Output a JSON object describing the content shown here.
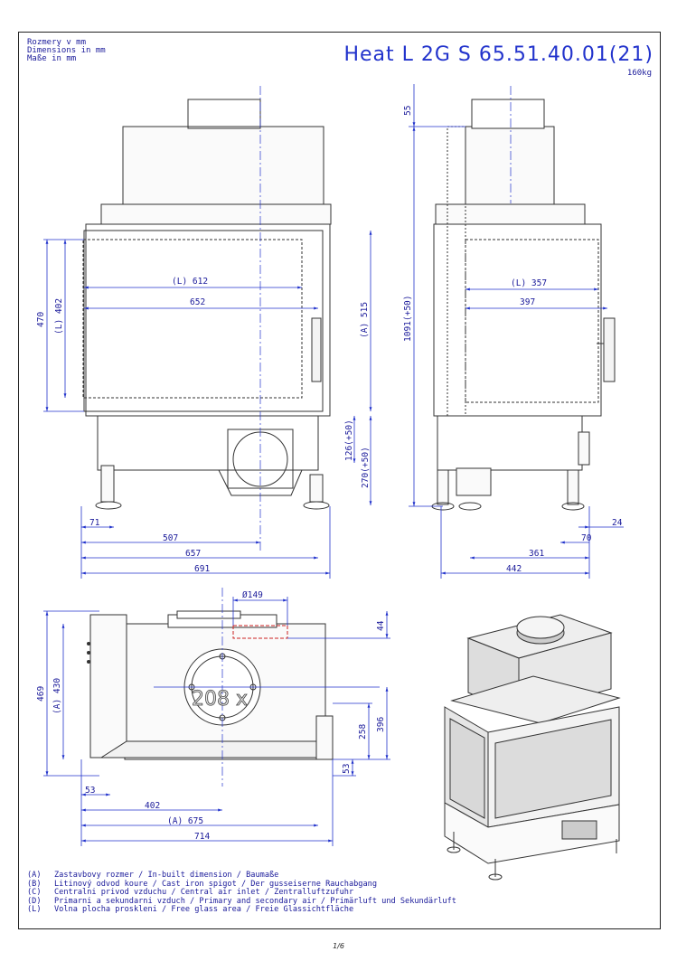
{
  "header": {
    "dims_lines": [
      "Rozmery v mm",
      "Dimensions in mm",
      "Maße in mm"
    ],
    "title": "Heat L 2G S 65.51.40.01(21)",
    "weight": "160kg"
  },
  "front_view": {
    "glass_width": "(L) 612",
    "glass_width_total": "652",
    "height_470": "470",
    "glass_height": "(L) 402",
    "builtin_height": "(A) 515",
    "air_inlet_126": "126(+50)",
    "air_inlet_270": "270(+50)",
    "foot_71": "71",
    "dim_507": "507",
    "dim_657": "657",
    "dim_691": "691"
  },
  "side_view": {
    "top_55": "55",
    "total_height": "1091(+50)",
    "glass_width": "(L) 357",
    "glass_width_total": "397",
    "dim_24": "24",
    "dim_70": "70",
    "dim_361": "361",
    "dim_442": "442"
  },
  "top_view": {
    "flue_diameter": "Ø149",
    "dim_44": "44",
    "dim_469": "469",
    "builtin_depth": "(A) 430",
    "dim_396": "396",
    "dim_258": "258",
    "dim_53_right": "53",
    "dim_53_left": "53",
    "dim_402": "402",
    "builtin_width": "(A) 675",
    "dim_714": "714",
    "flue_marker": "208 x"
  },
  "legend": [
    {
      "key": "(A)",
      "text": "Zastavbovy rozmer / In-built dimension / Baumaße"
    },
    {
      "key": "(B)",
      "text": "Litinový odvod koure / Cast iron spigot / Der gusseiserne Rauchabgang"
    },
    {
      "key": "(C)",
      "text": "Centralni privod vzduchu / Central air inlet / Zentralluftzufuhr"
    },
    {
      "key": "(D)",
      "text": "Primarni a sekundarni vzduch / Primary and secondary air / Primärluft und Sekundärluft"
    },
    {
      "key": "(L)",
      "text": "Volna plocha proskleni / Free glass area / Freie Glassichtfläche"
    }
  ],
  "page_number": "1/6",
  "colors": {
    "dimension": "#2233cc",
    "outline": "#333333",
    "accent_red": "#cc2222"
  }
}
